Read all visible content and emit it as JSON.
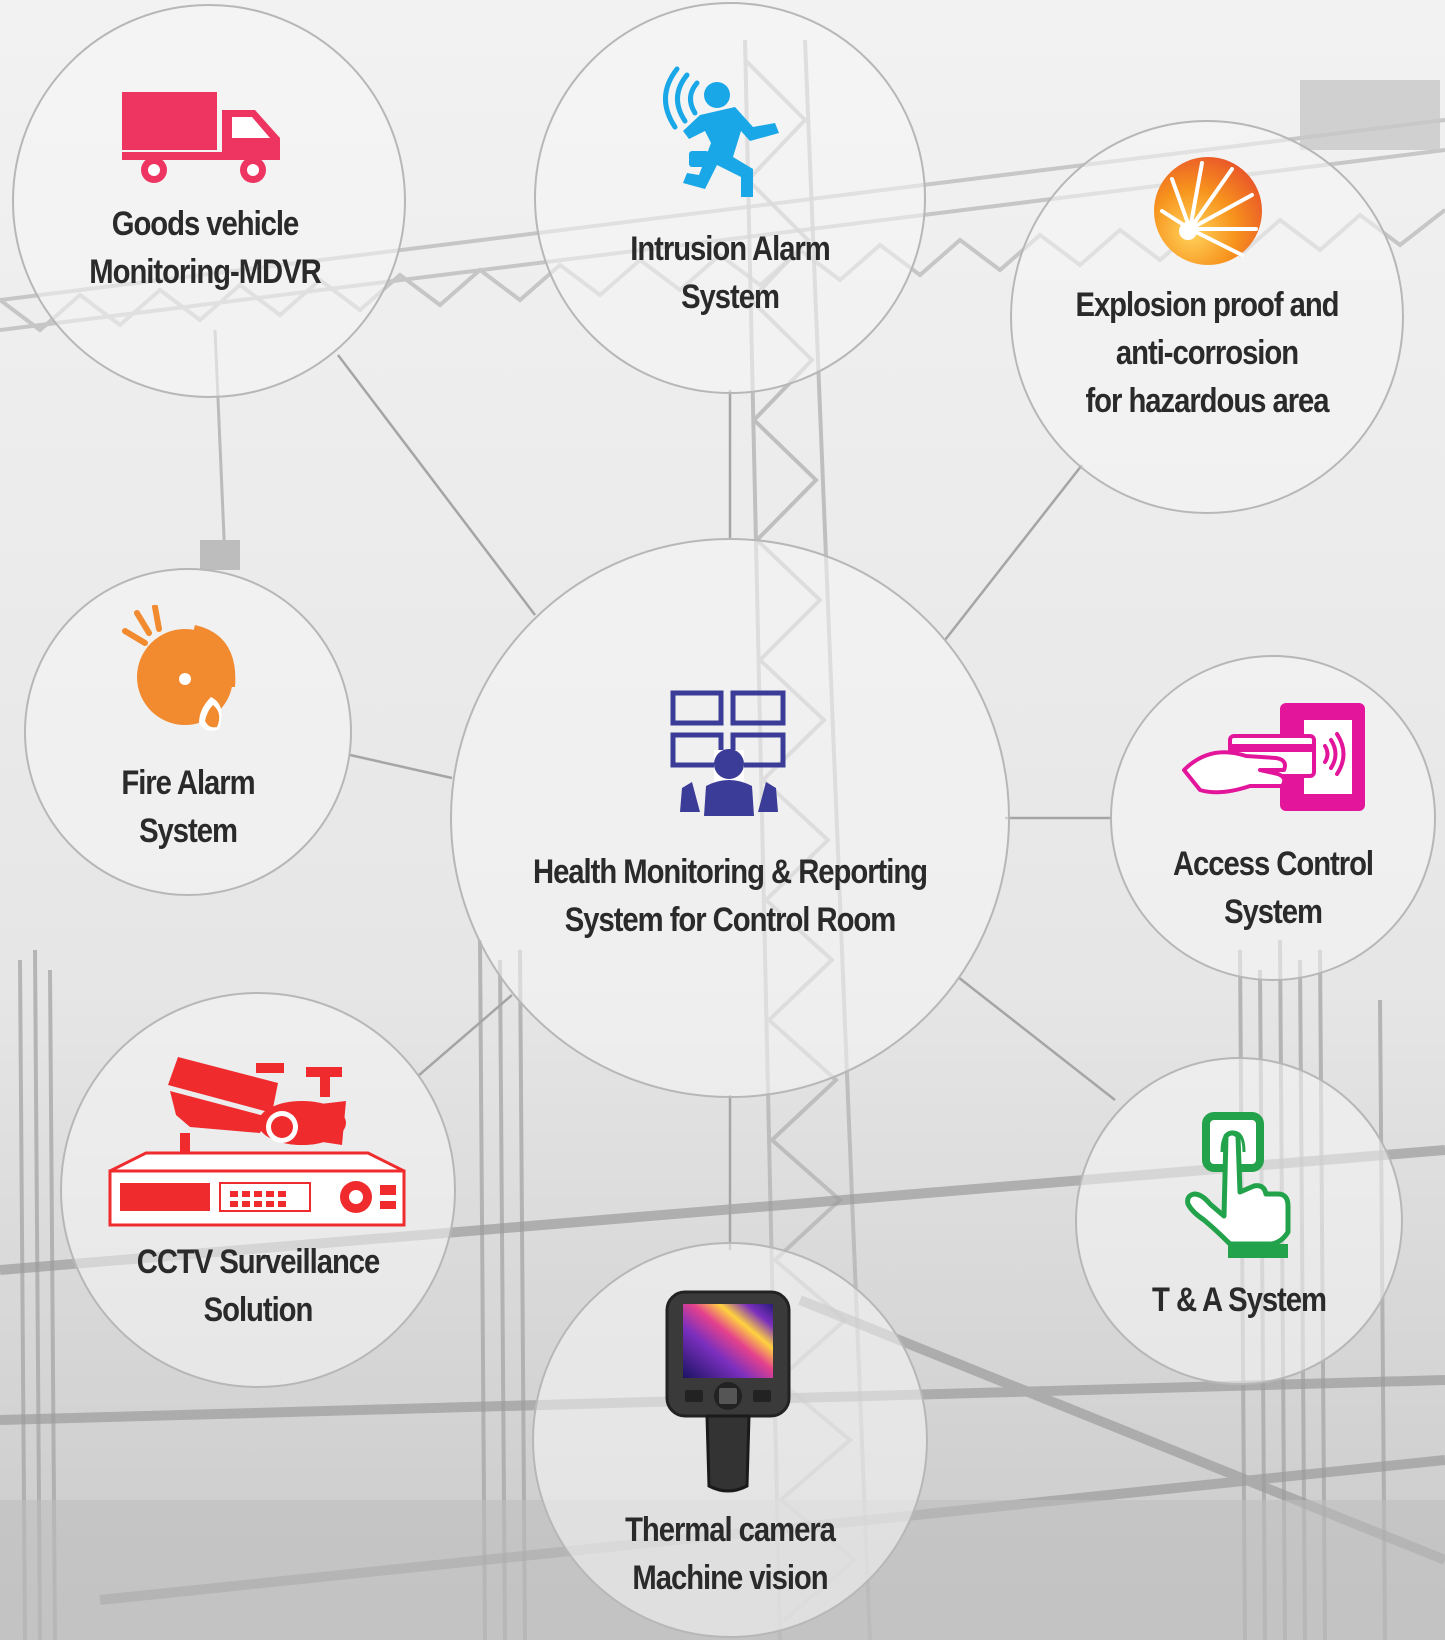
{
  "diagram": {
    "center": {
      "lines": [
        "Health Monitoring & Reporting",
        "System for Control Room"
      ],
      "icon": "control-room-monitor-wall-icon",
      "color": "#3b3b98"
    },
    "nodes": [
      {
        "id": "goods-vehicle",
        "lines": [
          "Goods vehicle",
          "Monitoring-MDVR"
        ],
        "icon": "truck-icon",
        "color": "#ee3561"
      },
      {
        "id": "intrusion-alarm",
        "lines": [
          "Intrusion Alarm",
          "System"
        ],
        "icon": "running-person-sensor-icon",
        "color": "#1aa7e8"
      },
      {
        "id": "explosion-proof",
        "lines": [
          "Explosion proof and",
          "anti-corrosion",
          "for hazardous area"
        ],
        "icon": "explosion-icon",
        "color": "#f26522"
      },
      {
        "id": "fire-alarm",
        "lines": [
          "Fire Alarm",
          "System"
        ],
        "icon": "fire-alarm-bell-icon",
        "color": "#f28a30"
      },
      {
        "id": "access-control",
        "lines": [
          "Access Control",
          "System"
        ],
        "icon": "card-reader-icon",
        "color": "#e3169b"
      },
      {
        "id": "cctv",
        "lines": [
          "CCTV Surveillance",
          "Solution"
        ],
        "icon": "cctv-camera-nvr-icon",
        "color": "#ef2b2d"
      },
      {
        "id": "thermal-camera",
        "lines": [
          "Thermal camera",
          "Machine vision"
        ],
        "icon": "thermal-camera-icon",
        "color": "#333333"
      },
      {
        "id": "t-and-a",
        "lines": [
          "T & A System"
        ],
        "icon": "fingerprint-touch-icon",
        "color": "#22a24a"
      }
    ]
  }
}
